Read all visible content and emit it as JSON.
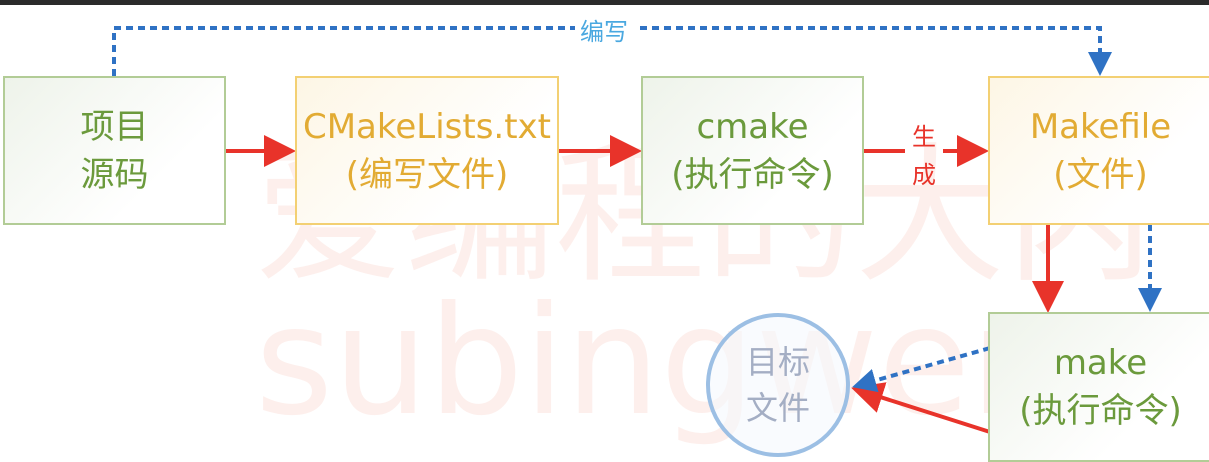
{
  "watermark": {
    "line1": "爱编程的大丙",
    "line2": "subingwen.cn"
  },
  "nodes": {
    "source": {
      "line1": "项目",
      "line2": "源码"
    },
    "cmakelists": {
      "line1": "CMakeLists.txt",
      "line2": "(编写文件)"
    },
    "cmake": {
      "line1": "cmake",
      "line2": "(执行命令)"
    },
    "makefile": {
      "line1": "Makefile",
      "line2": "(文件)"
    },
    "make": {
      "line1": "make",
      "line2": "(执行命令)"
    },
    "target": {
      "line1": "目标",
      "line2": "文件"
    }
  },
  "edge_labels": {
    "write": "编写",
    "generate_1": "生",
    "generate_2": "成"
  },
  "colors": {
    "red_arrow": "#e8332a",
    "blue_dashed": "#2f72c4",
    "write_label": "#4aa8e0"
  }
}
